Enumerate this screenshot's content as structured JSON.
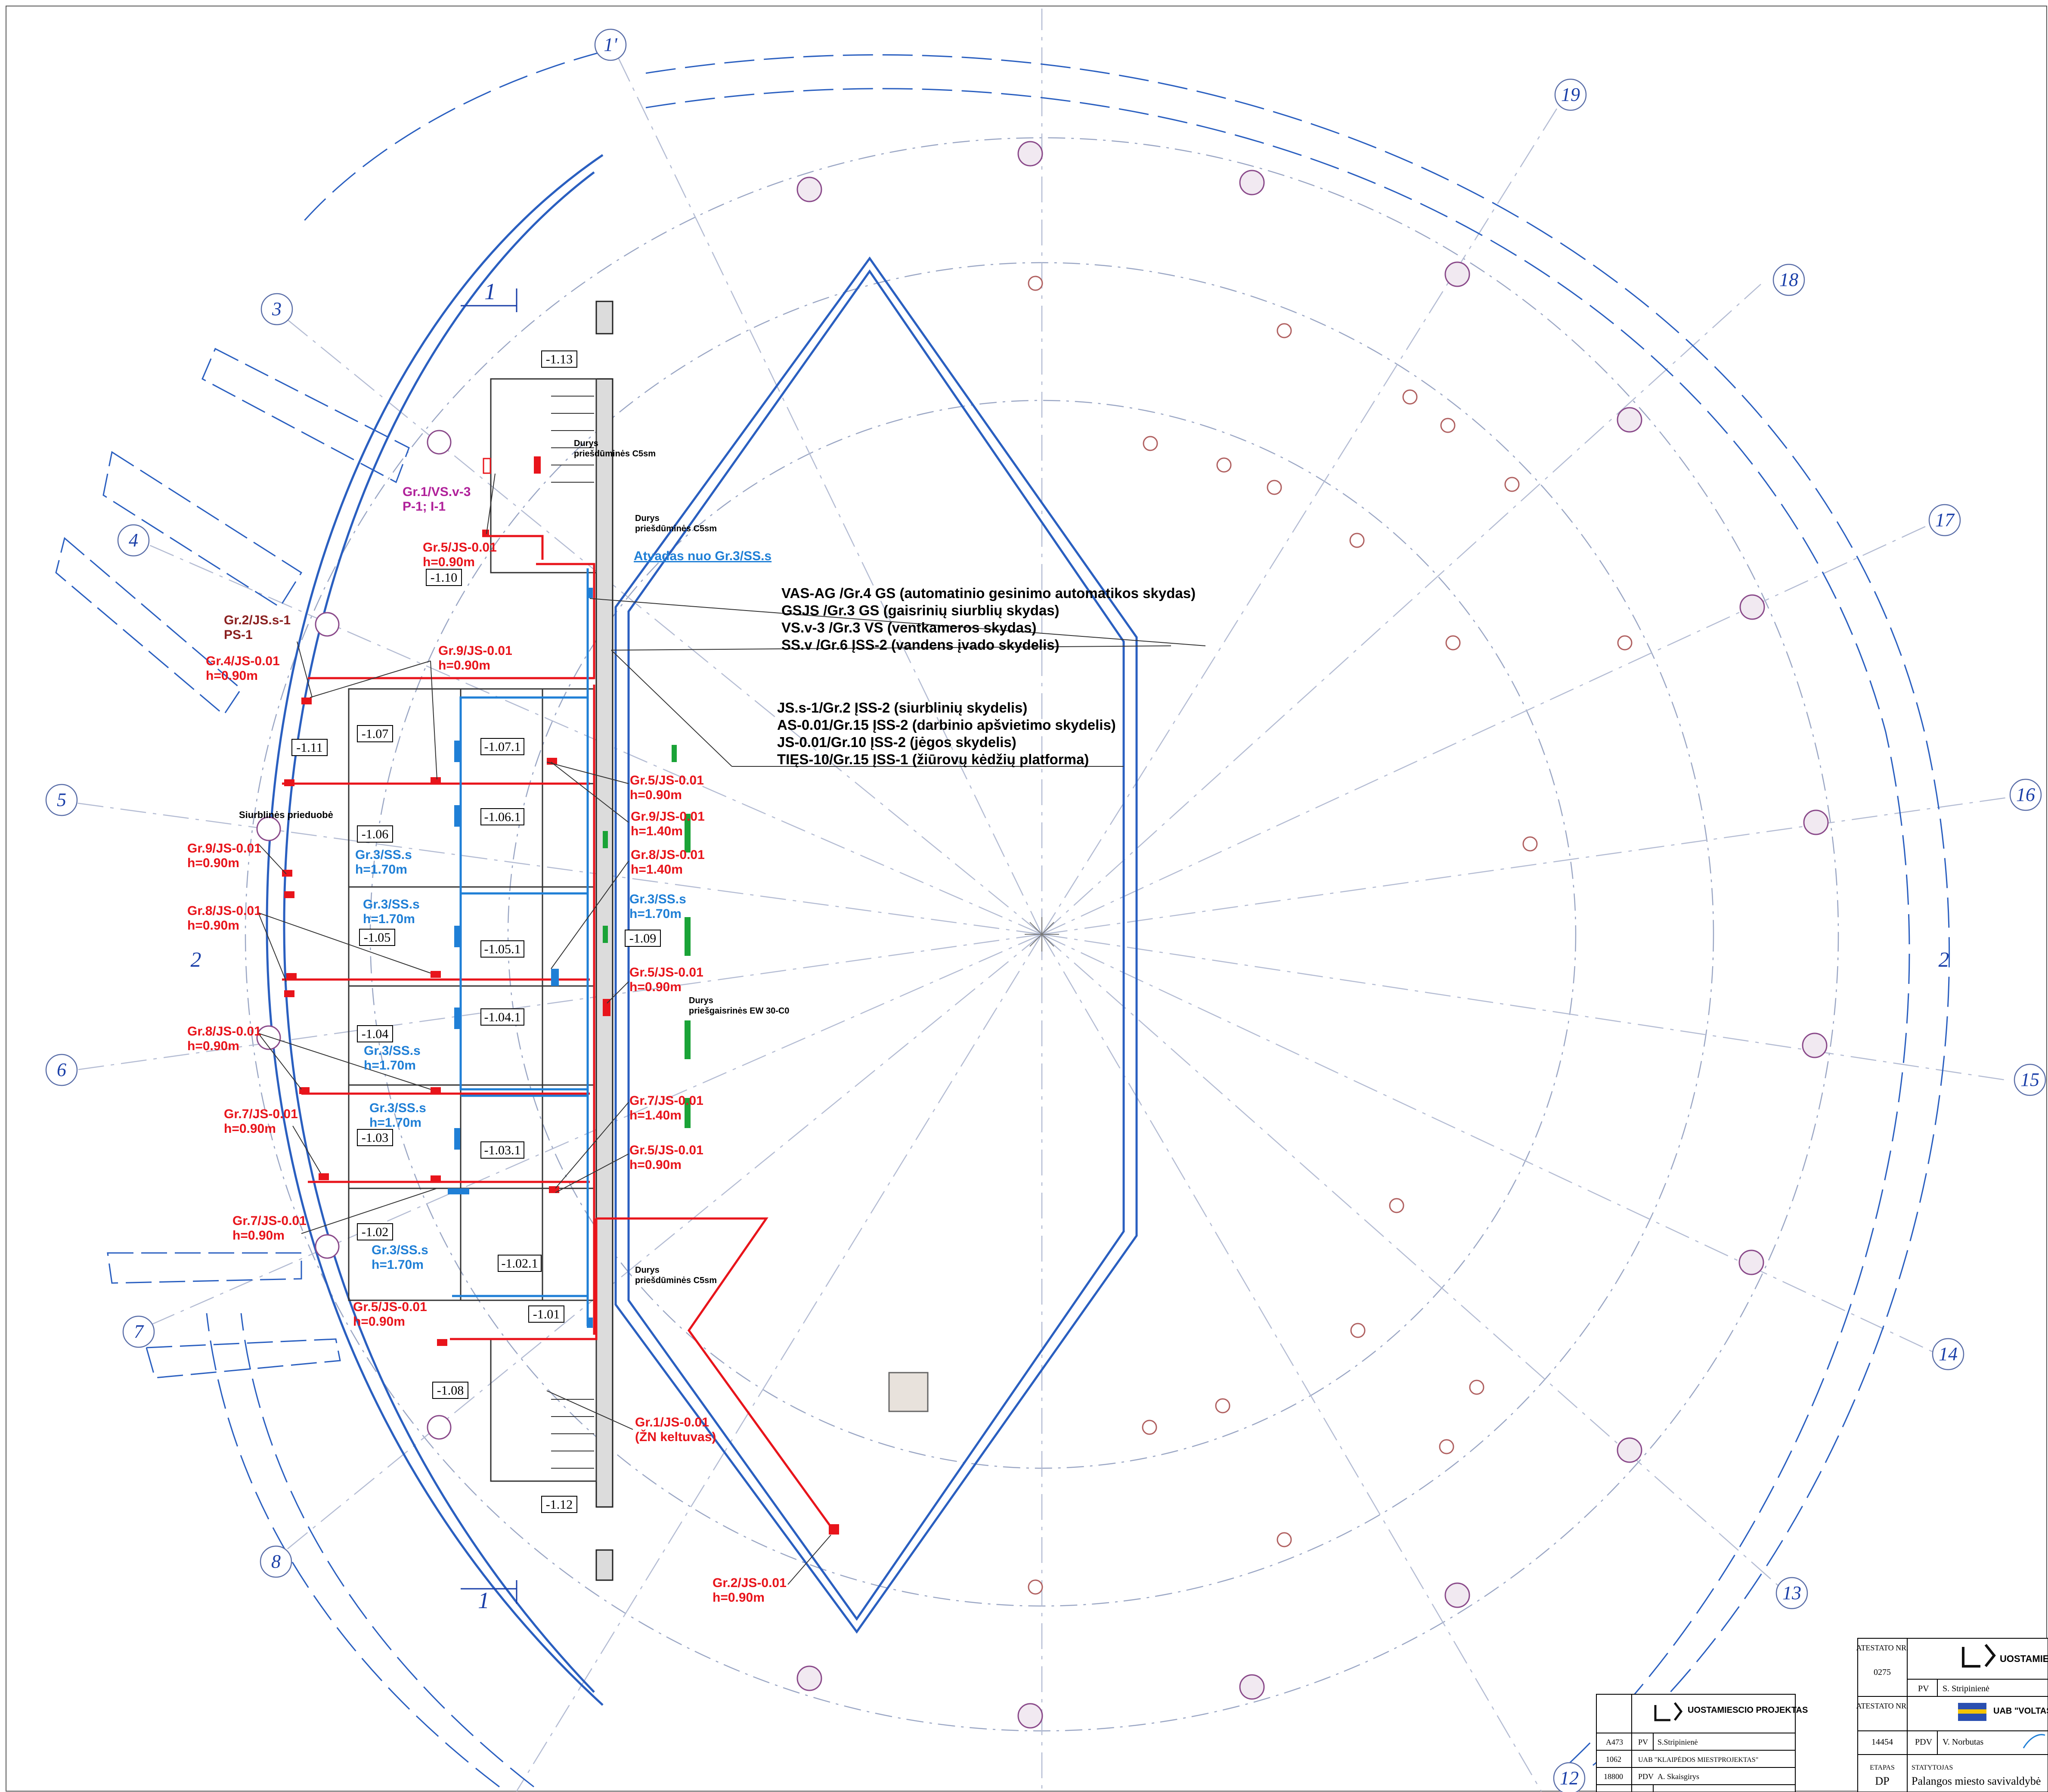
{
  "axes": {
    "a1p": "1'",
    "a2": "2",
    "a2b": "2",
    "a3": "3",
    "a4": "4",
    "a5": "5",
    "a6": "6",
    "a7": "7",
    "a8": "8",
    "a12": "12",
    "a13": "13",
    "a14": "14",
    "a15": "15",
    "a16": "16",
    "a17": "17",
    "a18": "18",
    "a19": "19"
  },
  "section_marks": {
    "top": "1",
    "bottom": "1"
  },
  "rooms": {
    "r113": "-1.13",
    "r110": "-1.10",
    "r111": "-1.11",
    "r107": "-1.07",
    "r1071": "-1.07.1",
    "r1061": "-1.06.1",
    "r106": "-1.06",
    "r105": "-1.05",
    "r1051": "-1.05.1",
    "r104": "-1.04",
    "r1041": "-1.04.1",
    "r109": "-1.09",
    "r103": "-1.03",
    "r1031": "-1.03.1",
    "r102": "-1.02",
    "r1021": "-1.02.1",
    "r101": "-1.01",
    "r108": "-1.08",
    "r112": "-1.12"
  },
  "labels": {
    "gr1vs_a": "Gr.1/VS.v-3",
    "gr1vs_b": "P-1; I-1",
    "gr5_top_a": "Gr.5/JS-0.01",
    "gr5_top_b": "h=0.90m",
    "gr2js_a": "Gr.2/JS.s-1",
    "gr2js_b": "PS-1",
    "gr4_a": "Gr.4/JS-0.01",
    "gr4_b": "h=0.90m",
    "gr9_top_a": "Gr.9/JS-0.01",
    "gr9_top_b": "h=0.90m",
    "siurbl": "Siurblinės prieduobė",
    "gr9_left_a": "Gr.9/JS-0.01",
    "gr9_left_b": "h=0.90m",
    "gr3_1_a": "Gr.3/SS.s",
    "gr3_1_b": "h=1.70m",
    "gr3_2_a": "Gr.3/SS.s",
    "gr3_2_b": "h=1.70m",
    "gr8_1_a": "Gr.8/JS-0.01",
    "gr8_1_b": "h=0.90m",
    "gr8_2_a": "Gr.8/JS-0.01",
    "gr8_2_b": "h=0.90m",
    "gr3_3_a": "Gr.3/SS.s",
    "gr3_3_b": "h=1.70m",
    "gr7_1_a": "Gr.7/JS-0.01",
    "gr7_1_b": "h=0.90m",
    "gr3_4_a": "Gr.3/SS.s",
    "gr3_4_b": "h=1.70m",
    "gr7_2_a": "Gr.7/JS-0.01",
    "gr7_2_b": "h=0.90m",
    "gr3_5_a": "Gr.3/SS.s",
    "gr3_5_b": "h=1.70m",
    "gr5_bot_a": "Gr.5/JS-0.01",
    "gr5_bot_b": "h=0.90m",
    "r_gr5_1_a": "Gr.5/JS-0.01",
    "r_gr5_1_b": "h=0.90m",
    "r_gr9_a": "Gr.9/JS-0.01",
    "r_gr9_b": "h=1.40m",
    "r_gr8_a": "Gr.8/JS-0.01",
    "r_gr8_b": "h=1.40m",
    "r_gr3_a": "Gr.3/SS.s",
    "r_gr3_b": "h=1.70m",
    "r_gr5_2_a": "Gr.5/JS-0.01",
    "r_gr5_2_b": "h=0.90m",
    "r_gr7_a": "Gr.7/JS-0.01",
    "r_gr7_b": "h=1.40m",
    "r_gr5_3_a": "Gr.5/JS-0.01",
    "r_gr5_3_b": "h=0.90m",
    "gr1js_a": "Gr.1/JS-0.01",
    "gr1js_b": "(ŽN keltuvas)",
    "gr2js01_a": "Gr.2/JS-0.01",
    "gr2js01_b": "h=0.90m",
    "atvadas": "Atvadas nuo Gr.3/SS.s",
    "durys1_a": "Durys",
    "durys1_b": "priešdūminės C5sm",
    "durys2_a": "Durys",
    "durys2_b": "priešdūminės C5sm",
    "durys3_a": "Durys",
    "durys3_b": "priešgaisrinės EW 30-C0",
    "durys4_a": "Durys",
    "durys4_b": "priešdūminės C5sm"
  },
  "legend_top": [
    "VAS-AG /Gr.4 GS (automatinio gesinimo automatikos skydas)",
    "GSJS /Gr.3 GS (gaisrinių siurblių skydas)",
    "VS.v-3 /Gr.3 VS (ventkameros skydas)",
    "SS.v /Gr.6 ĮSS-2 (vandens įvado skydelis)"
  ],
  "legend_mid": [
    "JS.s-1/Gr.2 ĮSS-2 (siurblinių skydelis)",
    "AS-0.01/Gr.15 ĮSS-2 (darbinio apšvietimo skydelis)",
    "JS-0.01/Gr.10 ĮSS-2 (jėgos skydelis)",
    "TIĘS-10/Gr.15 ĮSS-1 (žiūrovų kėdžių platforma)"
  ],
  "stamp_small": {
    "company": "UOSTAMIESCIO PROJEKTAS",
    "r1": [
      "A473",
      "PV",
      "S.Stripinienė"
    ],
    "r2": [
      "1062",
      "UAB \"KLAIPĖDOS MIESTPROJEKTAS\""
    ],
    "r3": [
      "18800",
      "PDV",
      "A. Skaisgirys"
    ]
  },
  "stamp_big": {
    "atest_label": "ATESTATO NR.",
    "atest_no": "0275",
    "company": "UOSTAMIE PROJEKTA",
    "pv": "PV",
    "pv_name": "S. Stripinienė",
    "atest2_label": "ATESTATO NR.",
    "atest2_no": "14454",
    "voltas": "UAB \"VOLTAS",
    "pdv": "PDV",
    "pdv_name": "V. Norbutas",
    "etapas": "ETAPAS",
    "etapas_val": "DP",
    "statytojas": "STATYTOJAS",
    "statytojas_val": "Palangos miesto savivaldybė"
  },
  "colors": {
    "power": "#e8141b",
    "water": "#1f7fd6",
    "pump": "#8a1f1f",
    "vent": "#b0209a",
    "grid": "#1a3fa8",
    "green": "#1aa337"
  }
}
